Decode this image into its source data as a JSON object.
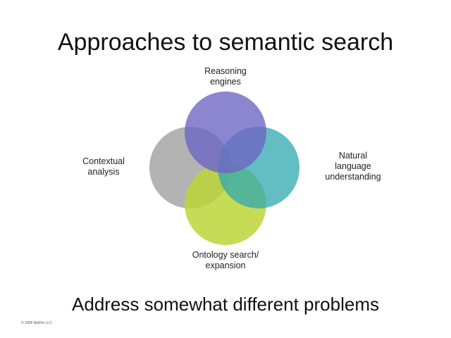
{
  "title": "Approaches to semantic search",
  "subtitle": "Address somewhat different problems",
  "copyright": "© 2008 NetFlix LLC",
  "circles": [
    {
      "id": "reasoning",
      "label": "Reasoning\nengines",
      "color": "#6f66c4"
    },
    {
      "id": "contextual",
      "label": "Contextual\nanalysis",
      "color": "#a6a6a6"
    },
    {
      "id": "natural",
      "label": "Natural\nlanguage\nunderstanding",
      "color": "#2fa8b0"
    },
    {
      "id": "ontology",
      "label": "Ontology search/\nexpansion",
      "color": "#bcd63a"
    }
  ]
}
